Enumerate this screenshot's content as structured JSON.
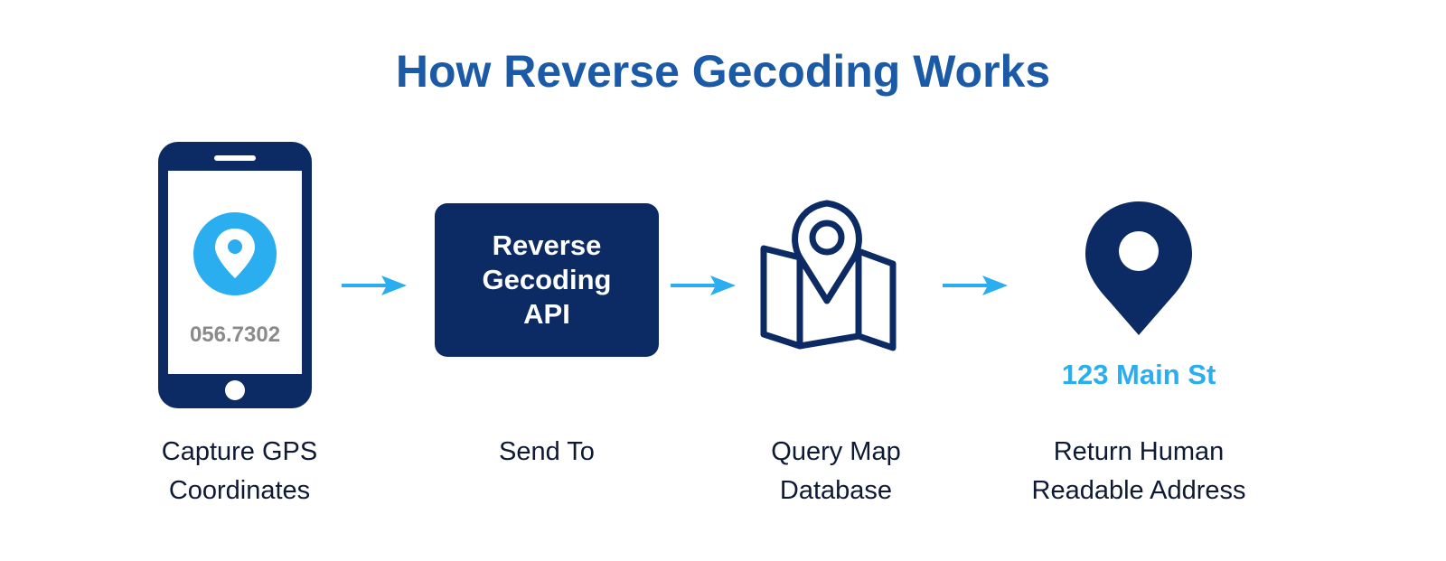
{
  "title": "How Reverse Gecoding Works",
  "colors": {
    "title": "#1b5aa6",
    "navy": "#0c2a63",
    "accent": "#2aaef0",
    "coords_text": "#8a8a8a",
    "caption_text": "#0e1a33"
  },
  "steps": [
    {
      "icon": "smartphone-location-icon",
      "screen_text": "056.7302",
      "caption": "Capture GPS\nCoordinates"
    },
    {
      "icon": "api-box",
      "box_text": "Reverse\nGecoding\nAPI",
      "caption": "Send To"
    },
    {
      "icon": "map-with-pin-icon",
      "caption": "Query Map\nDatabase"
    },
    {
      "icon": "location-pin-icon",
      "address_text": "123 Main St",
      "caption": "Return Human\nReadable Address"
    }
  ],
  "arrows": [
    "arrow-right-icon",
    "arrow-right-icon",
    "arrow-right-icon"
  ]
}
